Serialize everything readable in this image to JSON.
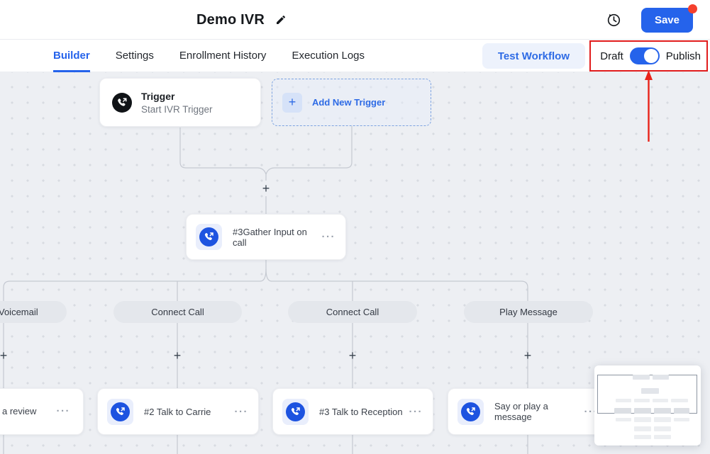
{
  "header": {
    "title": "Demo IVR",
    "save_label": "Save"
  },
  "tabs": [
    {
      "label": "Builder",
      "active": true
    },
    {
      "label": "Settings",
      "active": false
    },
    {
      "label": "Enrollment History",
      "active": false
    },
    {
      "label": "Execution Logs",
      "active": false
    }
  ],
  "toolbar": {
    "test_workflow_label": "Test Workflow",
    "draft_label": "Draft",
    "publish_label": "Publish",
    "toggle_state": "on"
  },
  "canvas": {
    "trigger_node": {
      "title": "Trigger",
      "subtitle": "Start IVR Trigger"
    },
    "add_trigger_label": "Add New Trigger",
    "gather_node_label": "#3Gather Input on call",
    "branch_labels": [
      "Voicemail",
      "Connect Call",
      "Connect Call",
      "Play Message"
    ],
    "action_nodes": [
      "a review",
      "#2 Talk to Carrie",
      "#3 Talk to Reception",
      "Say or play a message"
    ]
  },
  "icons": {
    "plus": "+",
    "more": "···"
  },
  "colors": {
    "accent_blue": "#2563eb",
    "light_blue_chip": "#edf2fc",
    "phone_icon_blue": "#1d53e0",
    "annotation_red": "#e11d1d",
    "notification_red": "#f5402e",
    "canvas_bg": "#edeff3",
    "pill_gray": "#e4e7ec",
    "wire_gray": "#c5c9d1"
  }
}
